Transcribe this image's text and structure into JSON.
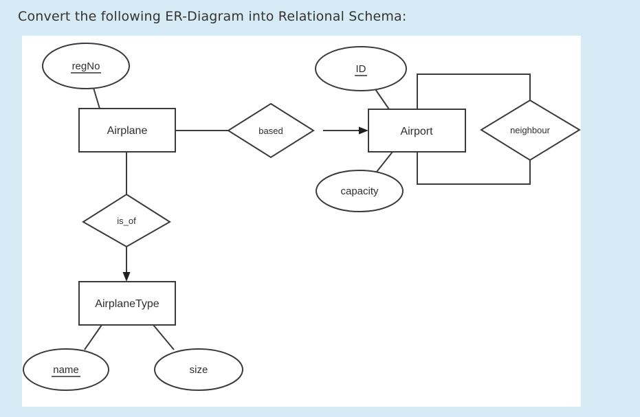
{
  "title": "Convert the following ER-Diagram into Relational Schema:",
  "colors": {
    "background": "#d6ebf5",
    "panel": "#ffffff",
    "line": "#3a3a3a",
    "text": "#2e2e2e"
  },
  "diagram": {
    "entities": {
      "airplane": {
        "label": "Airplane"
      },
      "airport": {
        "label": "Airport"
      },
      "airplane_type": {
        "label": "AirplaneType"
      }
    },
    "relationships": {
      "based": {
        "label": "based"
      },
      "neighbour": {
        "label": "neighbour"
      },
      "is_of": {
        "label": "is_of"
      }
    },
    "attributes": {
      "regno": {
        "label": "regNo",
        "primary_key": true
      },
      "id": {
        "label": "ID",
        "primary_key": true
      },
      "capacity": {
        "label": "capacity",
        "primary_key": false
      },
      "name": {
        "label": "name",
        "primary_key": true
      },
      "size": {
        "label": "size",
        "primary_key": false
      }
    },
    "connections": [
      {
        "from": "regNo",
        "to": "Airplane",
        "arrow": false
      },
      {
        "from": "Airplane",
        "to": "based",
        "arrow": false
      },
      {
        "from": "based",
        "to": "Airport",
        "arrow": true
      },
      {
        "from": "ID",
        "to": "Airport",
        "arrow": false
      },
      {
        "from": "capacity",
        "to": "Airport",
        "arrow": false
      },
      {
        "from": "Airport",
        "to": "neighbour",
        "arrow": false,
        "note": "recursive loop with two role links"
      },
      {
        "from": "Airplane",
        "to": "is_of",
        "arrow": false
      },
      {
        "from": "is_of",
        "to": "AirplaneType",
        "arrow": true
      },
      {
        "from": "AirplaneType",
        "to": "name",
        "arrow": false
      },
      {
        "from": "AirplaneType",
        "to": "size",
        "arrow": false
      }
    ]
  }
}
